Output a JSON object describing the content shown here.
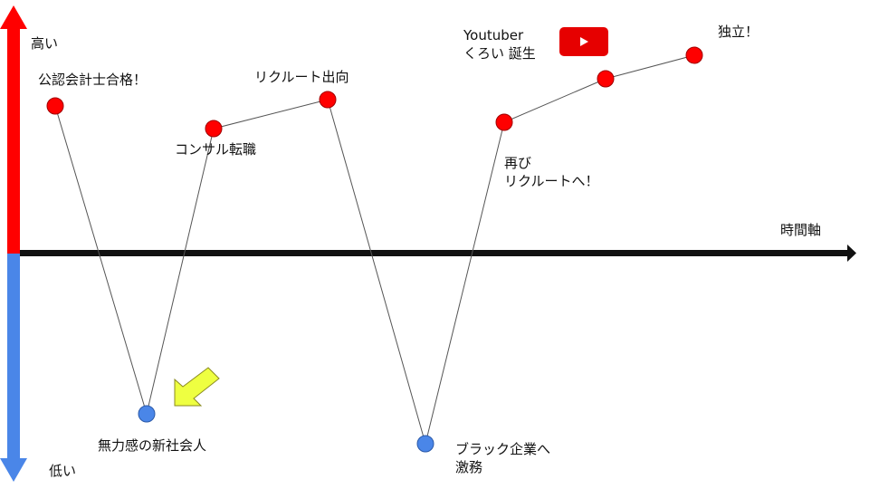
{
  "axis": {
    "high_label": "高い",
    "low_label": "低い",
    "time_label": "時間軸",
    "colors": {
      "high": "#ff0000",
      "low": "#4a86e8",
      "time": "#000000"
    }
  },
  "events": [
    {
      "label": "公認会計士合格！",
      "level": "high",
      "color": "#ff0000"
    },
    {
      "label": "無力感の新社会人",
      "level": "low",
      "color": "#4a86e8"
    },
    {
      "label": "コンサル転職",
      "level": "high",
      "color": "#ff0000"
    },
    {
      "label": "リクルート出向",
      "level": "high",
      "color": "#ff0000"
    },
    {
      "label": "ブラック企業へ\n激務",
      "line1": "ブラック企業へ",
      "line2": "激務",
      "level": "low",
      "color": "#4a86e8"
    },
    {
      "label": "再び\nリクルートへ！",
      "line1": "再び",
      "line2": "リクルートへ！",
      "level": "high",
      "color": "#ff0000"
    },
    {
      "label": "Youtuber\nくろい 誕生",
      "line1": "Youtuber",
      "line2": "くろい 誕生",
      "level": "high",
      "color": "#ff0000"
    },
    {
      "label": "独立！",
      "level": "high",
      "color": "#ff0000"
    }
  ],
  "icons": {
    "youtube": "youtube-play-icon",
    "pointer": "yellow-arrow-icon",
    "pointer_color": "#eeff41"
  }
}
